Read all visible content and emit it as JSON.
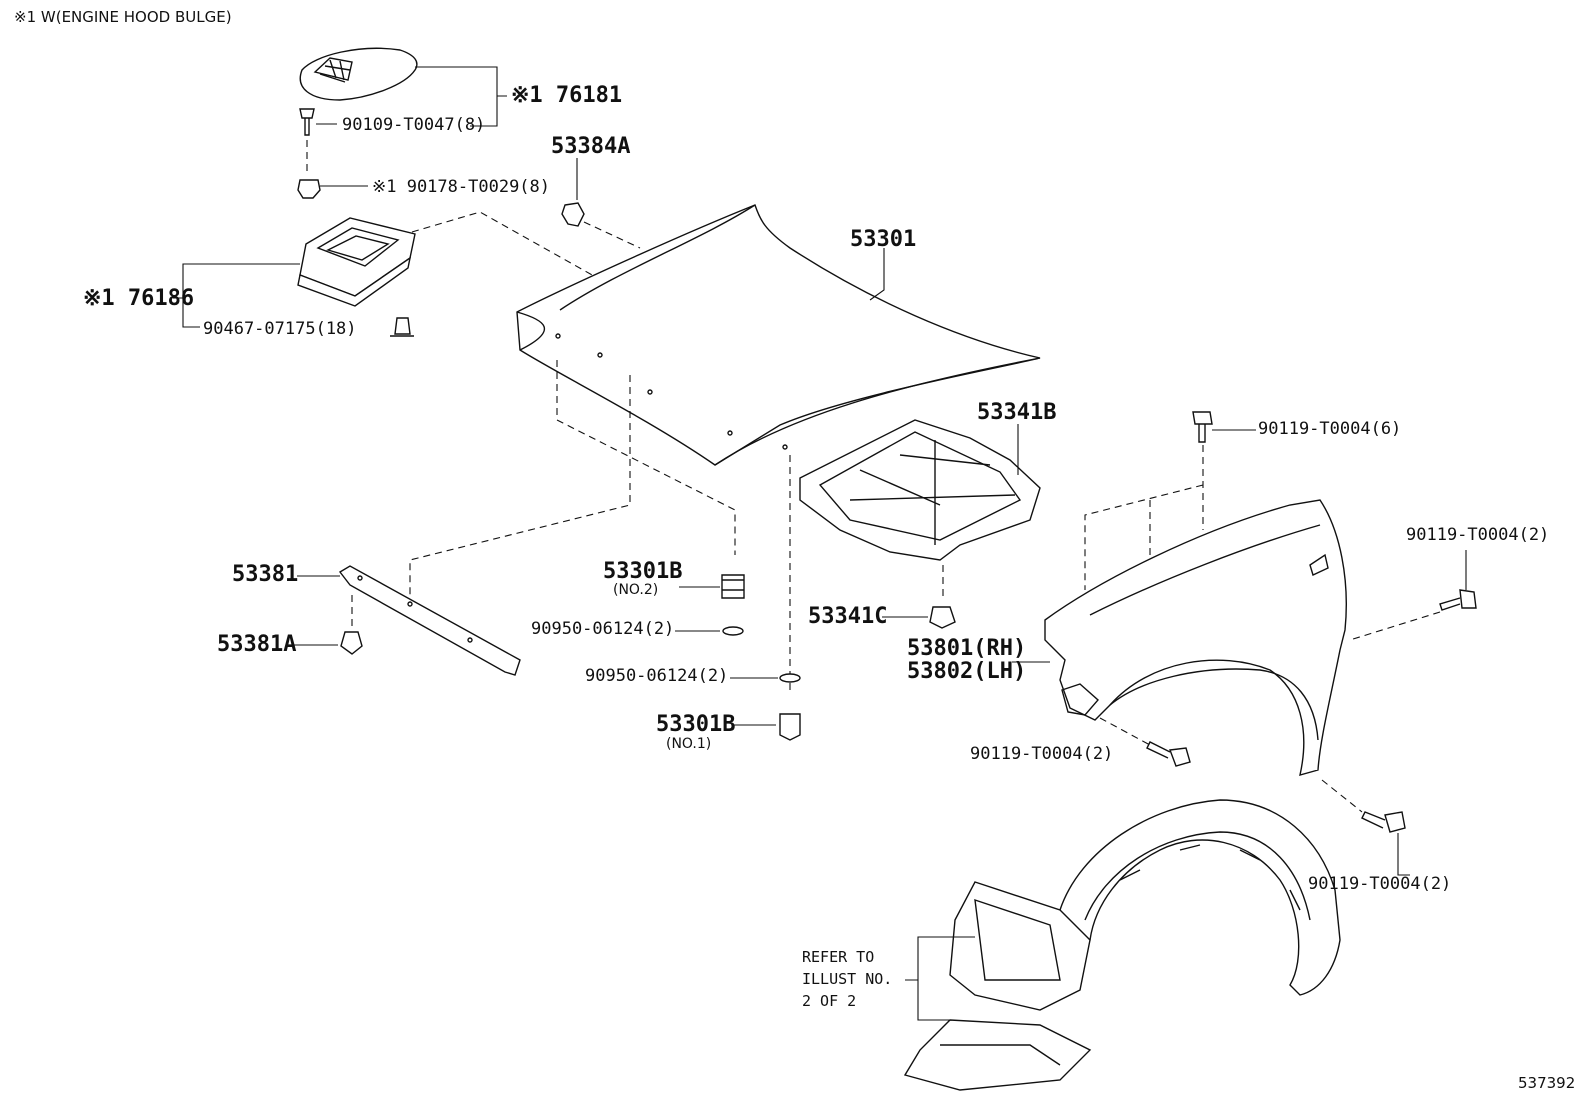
{
  "header": {
    "note": "※1 W(ENGINE HOOD BULGE)"
  },
  "labels": {
    "p76181": "※1 76181",
    "p90109": "90109-T0047(8)",
    "p90178": "※1 90178-T0029(8)",
    "p53384A": "53384A",
    "p53301": "53301",
    "p76186": "※1 76186",
    "p90467": "90467-07175(18)",
    "p53341B": "53341B",
    "p90119_6": "90119-T0004(6)",
    "p90119_2a": "90119-T0004(2)",
    "p53381": "53381",
    "p53381A": "53381A",
    "p53301B_no2": "53301B",
    "no2": "(NO.2)",
    "p90950_a": "90950-06124(2)",
    "p90950_b": "90950-06124(2)",
    "p53301B_no1": "53301B",
    "no1": "(NO.1)",
    "p53341C": "53341C",
    "p53801": "53801(RH)",
    "p53802": "53802(LH)",
    "p90119_2b": "90119-T0004(2)",
    "p90119_2c": "90119-T0004(2)",
    "refer": "REFER TO\nILLUST NO.\n2 OF 2"
  },
  "footer": {
    "diagram_id": "537392"
  }
}
